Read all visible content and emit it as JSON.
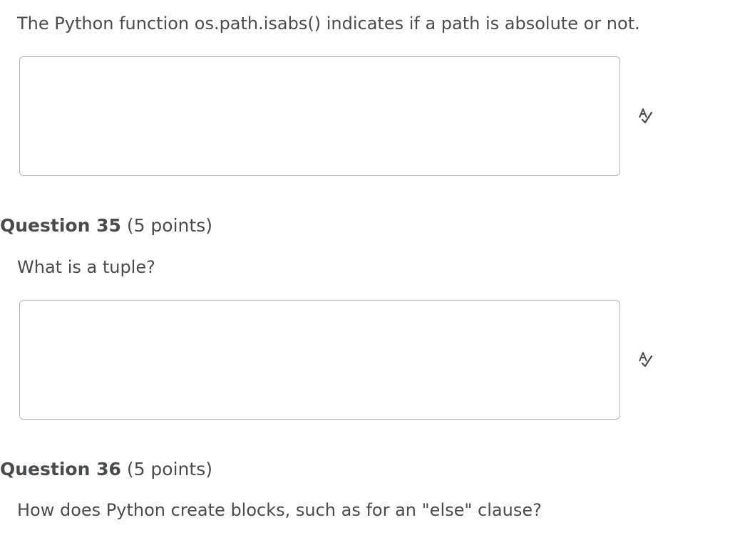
{
  "q34": {
    "prompt": "The Python function os.path.isabs() indicates if a path is absolute or not."
  },
  "q35": {
    "title": "Question 35",
    "points": "(5 points)",
    "prompt": "What is a tuple?"
  },
  "q36": {
    "title": "Question 36",
    "points": "(5 points)",
    "prompt": "How does Python create blocks, such as for an \"else\" clause?"
  },
  "icons": {
    "spellcheck": "spellcheck-icon"
  },
  "colors": {
    "text": "#494c4e",
    "border": "#b3b6b9"
  }
}
